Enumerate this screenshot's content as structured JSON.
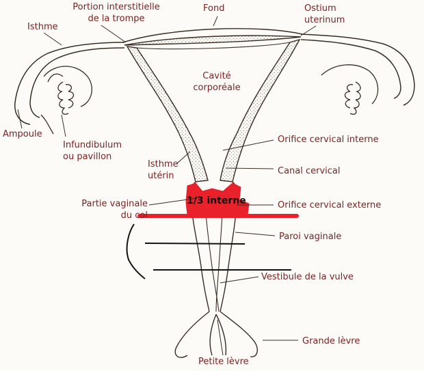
{
  "labels": {
    "portion_1": "Portion interstitielle",
    "portion_2": "de la trompe",
    "fond": "Fond",
    "ostium_1": "Ostium",
    "ostium_2": "uterinum",
    "isthme": "Isthme",
    "cavite_1": "Cavité",
    "cavite_2": "corporéale",
    "ampoule": "Ampoule",
    "infund_1": "Infundibulum",
    "infund_2": "ou pavillon",
    "isthme_ut_1": "Isthme",
    "isthme_ut_2": "utérin",
    "orifice_interne": "Orifice cervical interne",
    "canal_cervical": "Canal cervical",
    "partie_vag_1": "Partie vaginale",
    "partie_vag_2": "du col",
    "orifice_externe": "Orifice cervical externe",
    "paroi_vaginale": "Paroi vaginale",
    "vestibule": "Vestibule de la vulve",
    "grande_levre": "Grande lèvre",
    "petite_levre": "Petite lèvre"
  },
  "highlight": {
    "text": "1/3 interne",
    "color": "#e8212b"
  },
  "colors": {
    "label": "#7a1f1f",
    "ink": "#3a2a22",
    "overlay_line": "#111111"
  }
}
